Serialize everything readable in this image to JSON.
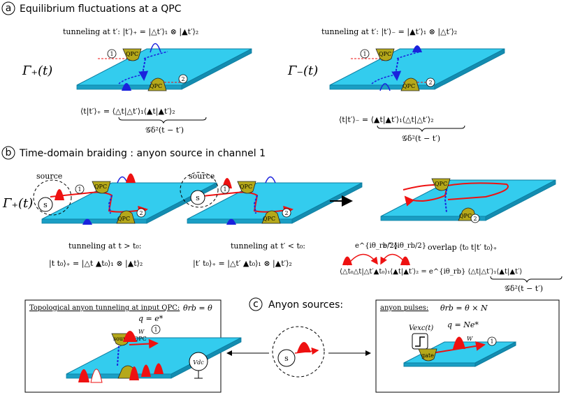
{
  "section_a": {
    "letter": "a",
    "title": "Equilibrium fluctuations at a QPC",
    "gamma_plus": "Γ₊(t)",
    "gamma_minus": "Γ₋(t)",
    "tunneling_plus": "tunneling at t′: |t′⟩₊ = |△t′⟩₁ ⊗ |▲t′⟩₂",
    "tunneling_minus": "tunneling at t′: |t′⟩₋ = |▲t′⟩₁ ⊗ |△t′⟩₂",
    "overlap_plus": "⟨t|t′⟩₊ = ⟨△t|△t′⟩₁⟨▲t|▲t′⟩₂",
    "overlap_minus": "⟨t|t′⟩₋ = ⟨▲t|▲t′⟩₁⟨△t|△t′⟩₂",
    "g_label": "𝒢δ²(t − t′)",
    "qpc": "QPC",
    "ch1": "1",
    "ch2": "2"
  },
  "section_b": {
    "letter": "b",
    "title": "Time-domain braiding : anyon source in channel 1",
    "gamma_plus": "Γ₊(t)",
    "source": "source",
    "s": "s",
    "tunneling_after": "tunneling at t > t₀:",
    "state_after": "|t t₀⟩₊ = |△t ▲t₀⟩₁ ⊗ |▲t⟩₂",
    "tunneling_before": "tunneling at t′ < t₀:",
    "state_before": "|t′ t₀⟩₊ = |△t′ ▲t₀⟩₁ ⊗ |▲t′⟩₂",
    "overlap": "overlap ⟨t₀ t|t′ t₀⟩₊",
    "phase1": "e^{iθ_rb/2}",
    "phase2": "e^{iθ_rb/2}",
    "overlap_expr": "⟨△t₀△t|△t′▲t₀⟩₁⟨▲t|▲t′⟩₂ = e^{iθ_rb} ⟨△t|△t′⟩₁⟨▲t|▲t′⟩",
    "g_label": "𝒢δ²(t − t′)",
    "arrow": "→"
  },
  "section_c": {
    "letter": "c",
    "title": "Anyon sources:",
    "left_box_title": "Topological anyon tunneling at input QPC:",
    "left_theta": "θrb = θ",
    "left_charge": "q = e*",
    "right_box_title": "anyon pulses:",
    "right_theta": "θrb = θ × N",
    "right_charge": "q = Ne*",
    "vexc": "Vexc(t)",
    "vdc": "Vdc",
    "gate": "gate",
    "source_qpc": "source QPC",
    "w": "W",
    "s": "s",
    "ch1": "1"
  },
  "colors": {
    "channel": "#33ccee",
    "qpc": "#b5a81a",
    "pulse_red": "#ee1111",
    "pulse_blue": "#1a22dd",
    "edge_dash": "#1a22dd"
  }
}
